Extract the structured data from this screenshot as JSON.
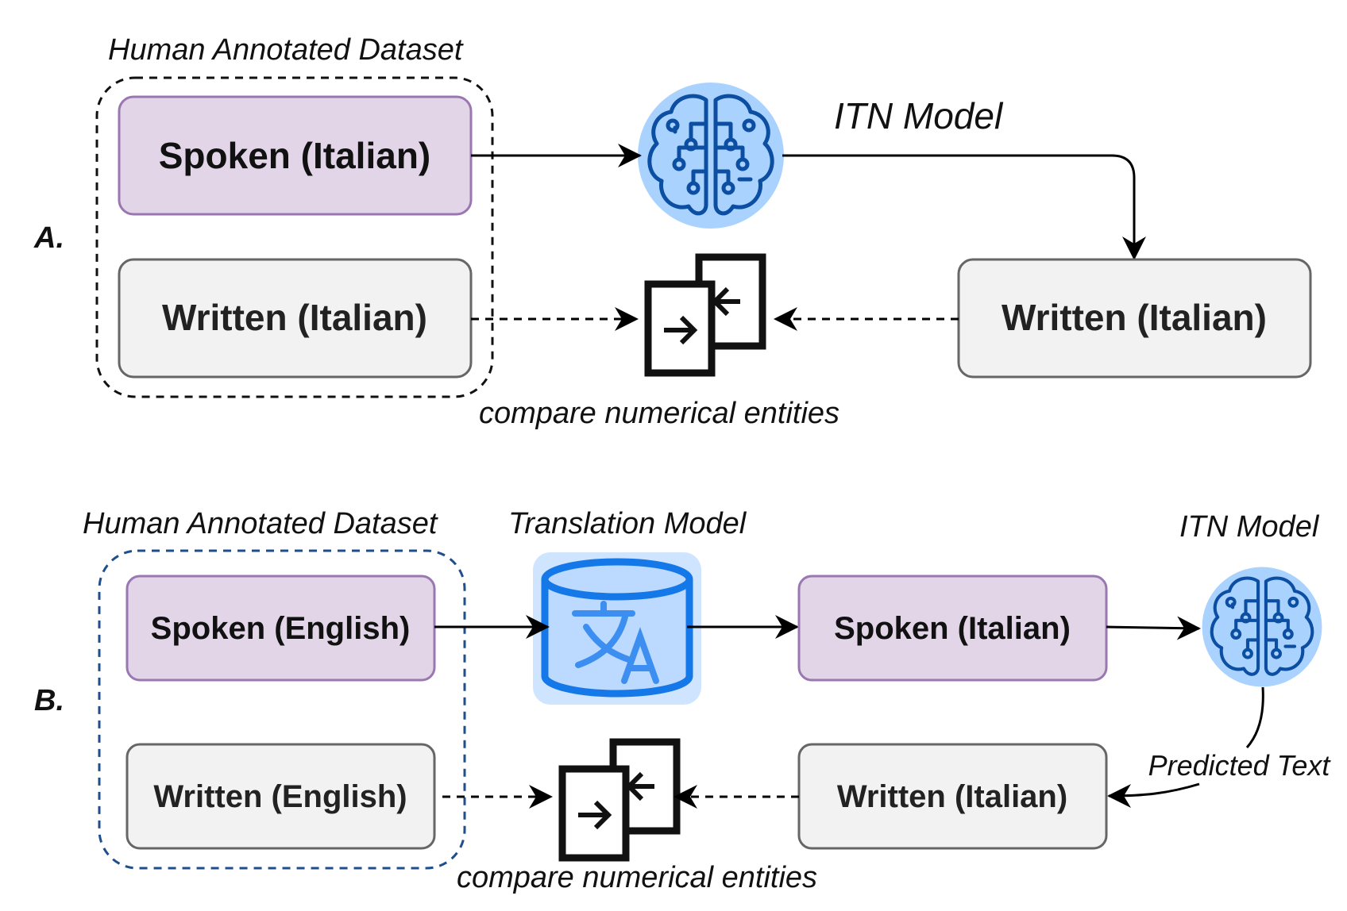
{
  "section_a": {
    "marker": "A.",
    "dataset_label": "Human Annotated Dataset",
    "spoken_box": "Spoken (Italian)",
    "written_box": "Written (Italian)",
    "model_label": "ITN Model",
    "output_box": "Written (Italian)",
    "compare_label": "compare numerical entities",
    "model_icon": "brain-circuit-icon",
    "compare_icon": "compare-arrows-icon"
  },
  "section_b": {
    "marker": "B.",
    "dataset_label": "Human Annotated Dataset",
    "translation_label": "Translation Model",
    "spoken_box": "Spoken (English)",
    "written_box": "Written (English)",
    "translated_box": "Spoken (Italian)",
    "model_label": "ITN Model",
    "output_box": "Written (Italian)",
    "predicted_label": "Predicted Text",
    "compare_label": "compare numerical entities",
    "translation_icon": "translate-cylinder-icon",
    "model_icon": "brain-circuit-icon",
    "compare_icon": "compare-arrows-icon"
  },
  "colors": {
    "spoken_fill": "#e2d5e8",
    "spoken_stroke": "#9a77b2",
    "written_fill": "#f2f2f2",
    "written_stroke": "#666666",
    "dataset_border_a": "#111111",
    "dataset_border_b": "#1f4e8c",
    "brain_bg": "#a9d2ff",
    "brain_line": "#0b4ea2",
    "translate_bg": "#cfe4ff",
    "translate_stroke": "#1578e8"
  }
}
